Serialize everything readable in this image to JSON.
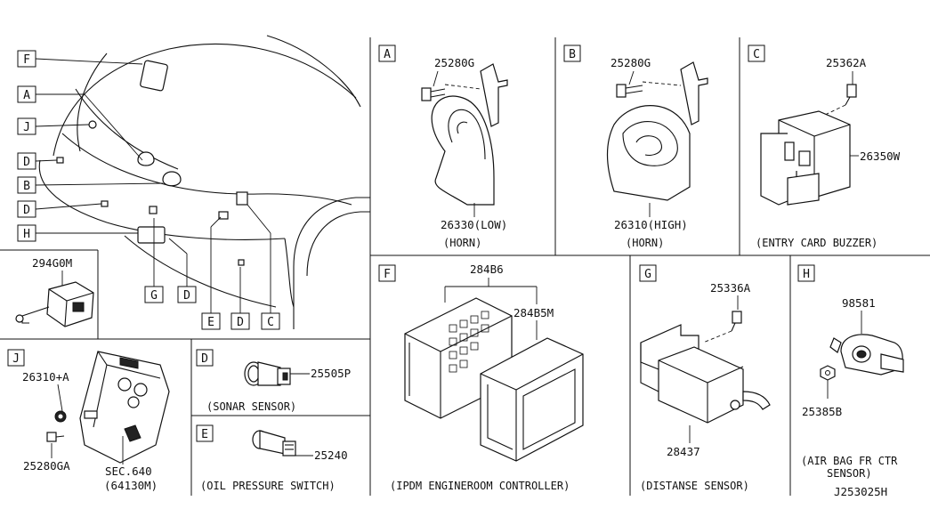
{
  "diagram_id": "J253025H",
  "overview": {
    "callouts_left": [
      "F",
      "A",
      "J",
      "D",
      "B",
      "D",
      "H"
    ],
    "callouts_bottom": [
      "G",
      "D",
      "E",
      "D",
      "C"
    ],
    "inset_part": "294G0M"
  },
  "panels": {
    "A": {
      "letter": "A",
      "bolt": "25280G",
      "part": "26330(LOW)",
      "caption": "(HORN)"
    },
    "B": {
      "letter": "B",
      "bolt": "25280G",
      "part": "26310(HIGH)",
      "caption": "(HORN)"
    },
    "C": {
      "letter": "C",
      "bolt": "25362A",
      "part": "26350W",
      "caption": "(ENTRY CARD BUZZER)"
    },
    "J": {
      "letter": "J",
      "part1": "26310+A",
      "part2": "25280GA",
      "sec": "SEC.640",
      "sec_part": "(64130M)"
    },
    "D": {
      "letter": "D",
      "part": "25505P",
      "caption": "(SONAR SENSOR)"
    },
    "E": {
      "letter": "E",
      "part": "25240",
      "caption": "(OIL PRESSURE SWITCH)"
    },
    "F": {
      "letter": "F",
      "part1": "284B6",
      "part2": "284B5M",
      "caption": "(IPDM ENGINEROOM CONTROLLER)"
    },
    "G": {
      "letter": "G",
      "bolt": "25336A",
      "part": "28437",
      "caption": "(DISTANSE SENSOR)"
    },
    "H": {
      "letter": "H",
      "part1": "98581",
      "part2": "25385B",
      "caption1": "(AIR BAG FR CTR",
      "caption2": "SENSOR)"
    }
  }
}
